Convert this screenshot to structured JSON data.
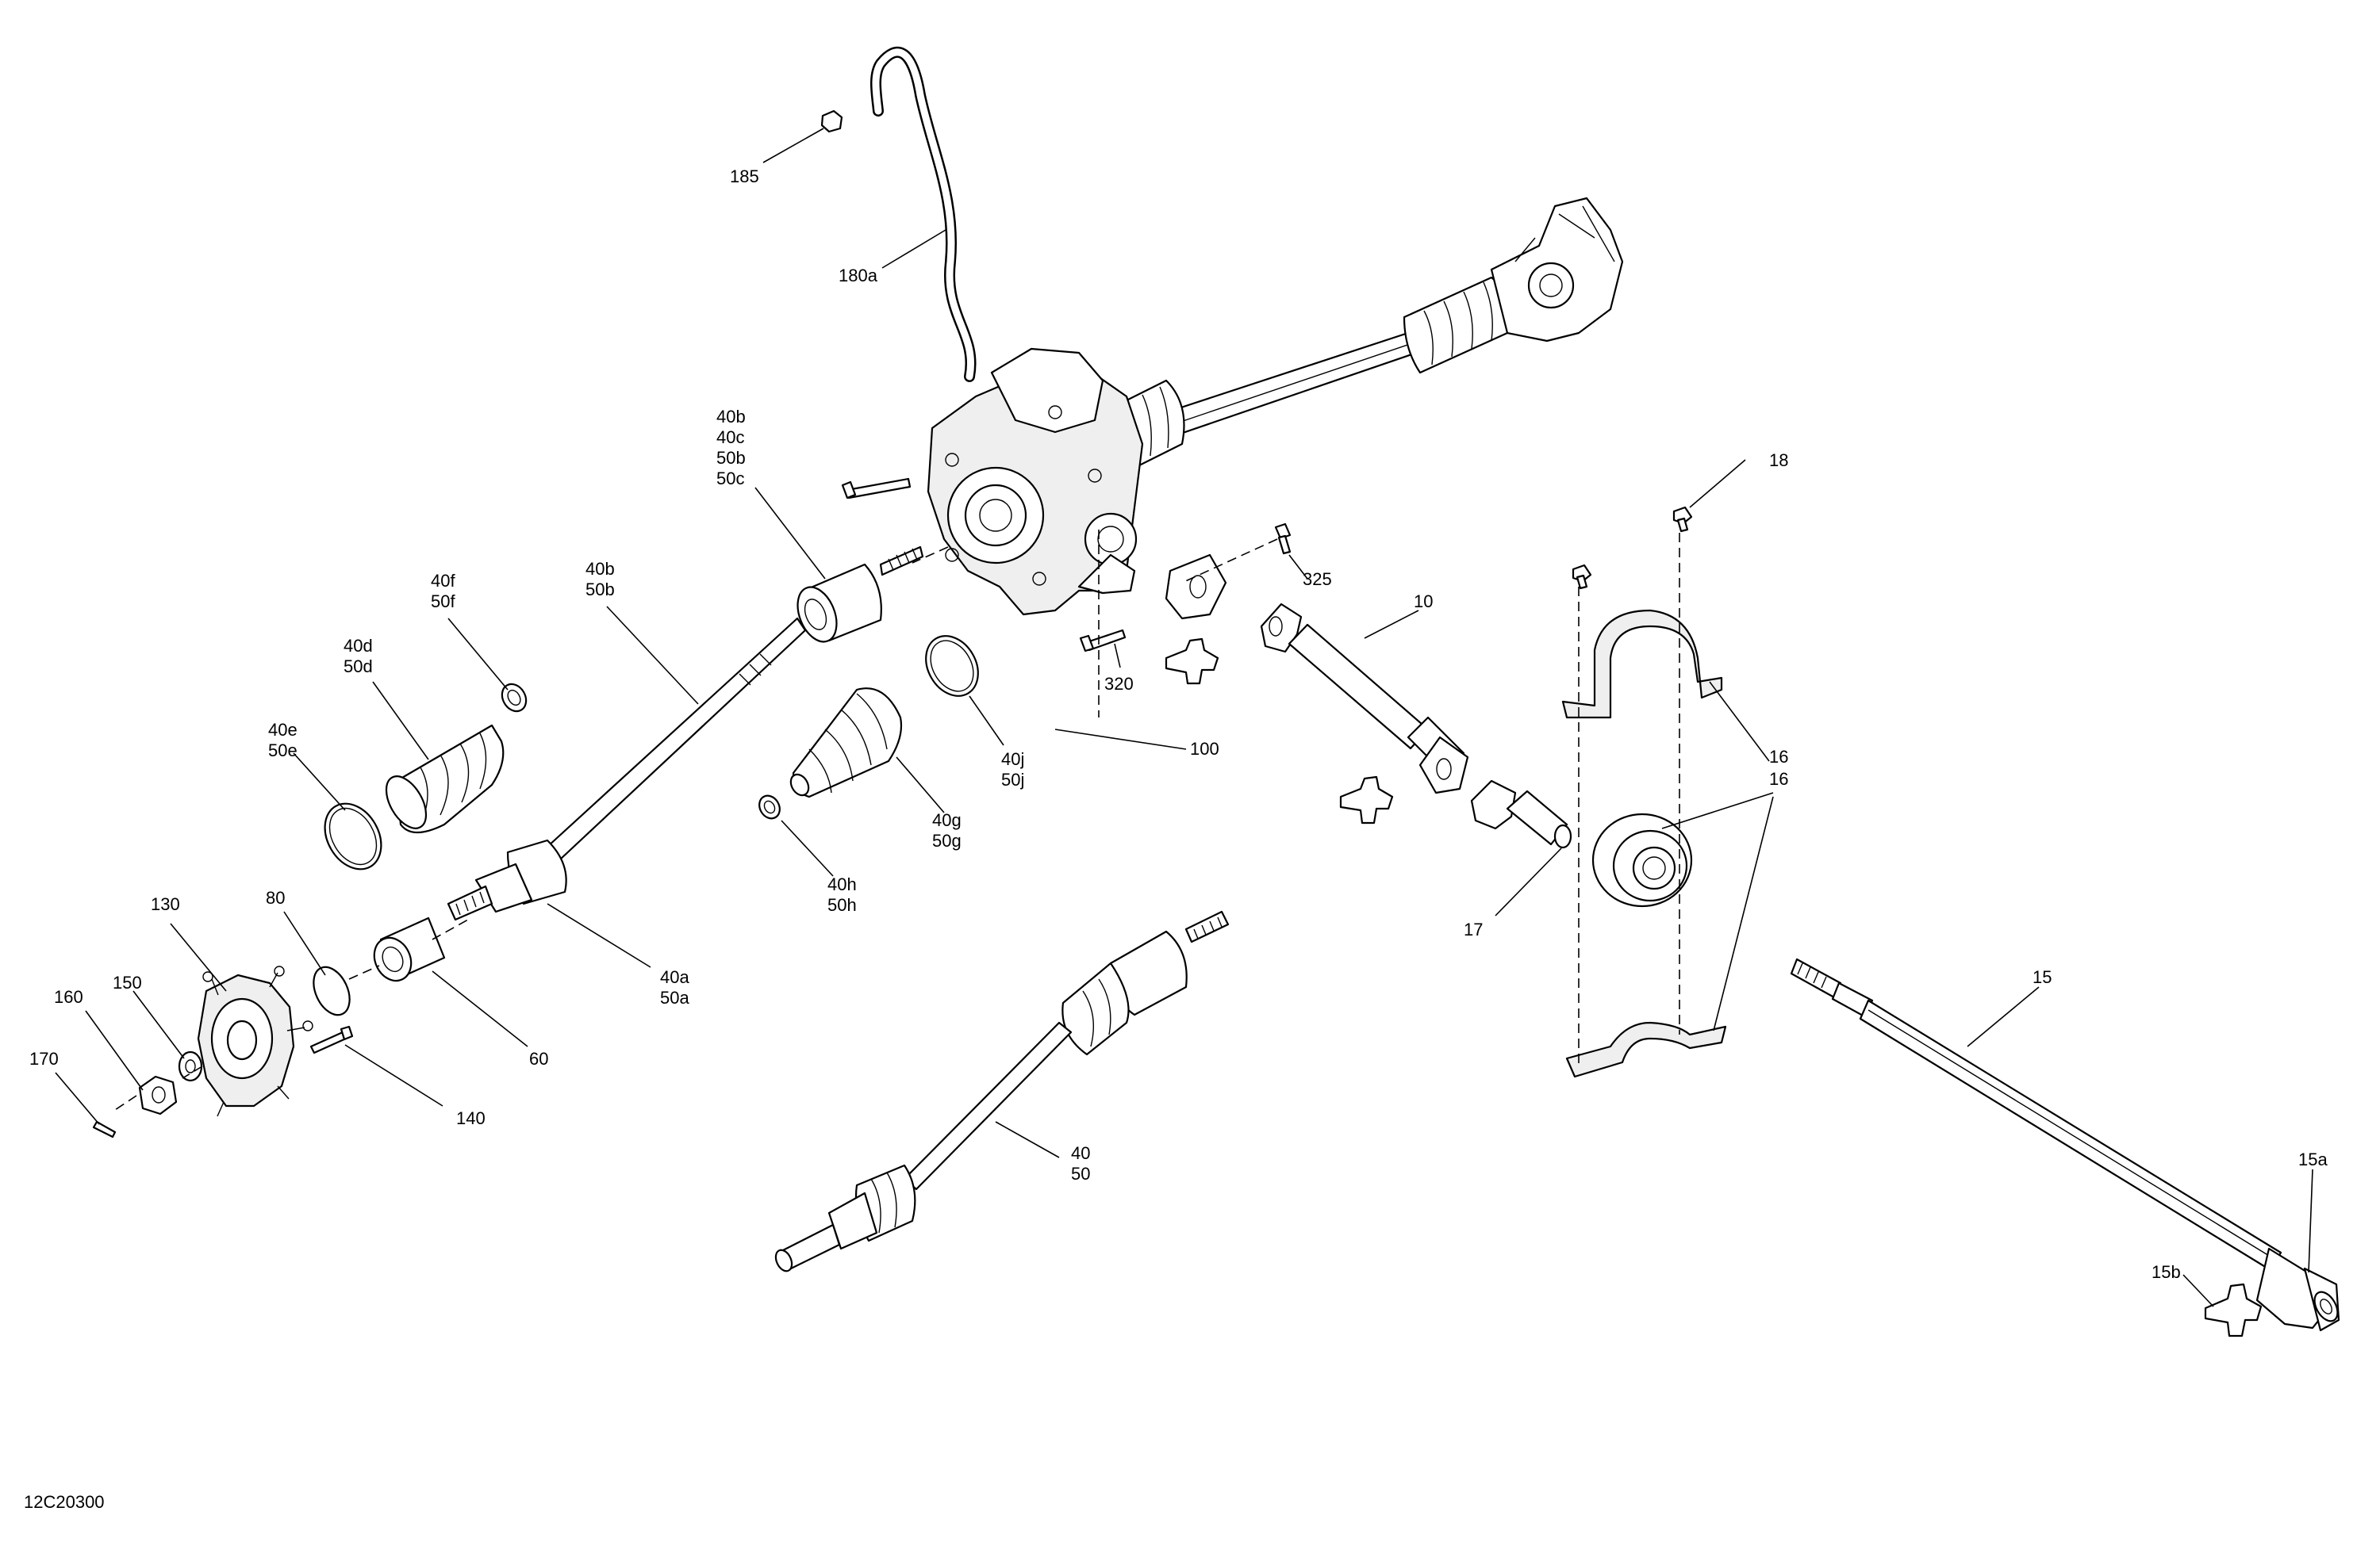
{
  "diagram_code": "12C20300",
  "callouts": [
    {
      "id": "c185",
      "lines": [
        "185"
      ]
    },
    {
      "id": "c180a",
      "lines": [
        "180a"
      ]
    },
    {
      "id": "c40b_top",
      "lines": [
        "40b",
        "40c",
        "50b",
        "50c"
      ]
    },
    {
      "id": "c40b_mid",
      "lines": [
        "40b",
        "50b"
      ]
    },
    {
      "id": "c40f",
      "lines": [
        "40f",
        "50f"
      ]
    },
    {
      "id": "c40d",
      "lines": [
        "40d",
        "50d"
      ]
    },
    {
      "id": "c40e",
      "lines": [
        "40e",
        "50e"
      ]
    },
    {
      "id": "c18",
      "lines": [
        "18"
      ]
    },
    {
      "id": "c325",
      "lines": [
        "325"
      ]
    },
    {
      "id": "c10",
      "lines": [
        "10"
      ]
    },
    {
      "id": "c320",
      "lines": [
        "320"
      ]
    },
    {
      "id": "c100",
      "lines": [
        "100"
      ]
    },
    {
      "id": "c40j",
      "lines": [
        "40j",
        "50j"
      ]
    },
    {
      "id": "c40g",
      "lines": [
        "40g",
        "50g"
      ]
    },
    {
      "id": "c40h",
      "lines": [
        "40h",
        "50h"
      ]
    },
    {
      "id": "c16a",
      "lines": [
        "16"
      ]
    },
    {
      "id": "c16b",
      "lines": [
        "16"
      ]
    },
    {
      "id": "c17",
      "lines": [
        "17"
      ]
    },
    {
      "id": "c130",
      "lines": [
        "130"
      ]
    },
    {
      "id": "c80",
      "lines": [
        "80"
      ]
    },
    {
      "id": "c150",
      "lines": [
        "150"
      ]
    },
    {
      "id": "c160",
      "lines": [
        "160"
      ]
    },
    {
      "id": "c170",
      "lines": [
        "170"
      ]
    },
    {
      "id": "c60",
      "lines": [
        "60"
      ]
    },
    {
      "id": "c40a",
      "lines": [
        "40a",
        "50a"
      ]
    },
    {
      "id": "c140",
      "lines": [
        "140"
      ]
    },
    {
      "id": "c15",
      "lines": [
        "15"
      ]
    },
    {
      "id": "c40",
      "lines": [
        "40",
        "50"
      ]
    },
    {
      "id": "c15a",
      "lines": [
        "15a"
      ]
    },
    {
      "id": "c15b",
      "lines": [
        "15b"
      ]
    }
  ]
}
